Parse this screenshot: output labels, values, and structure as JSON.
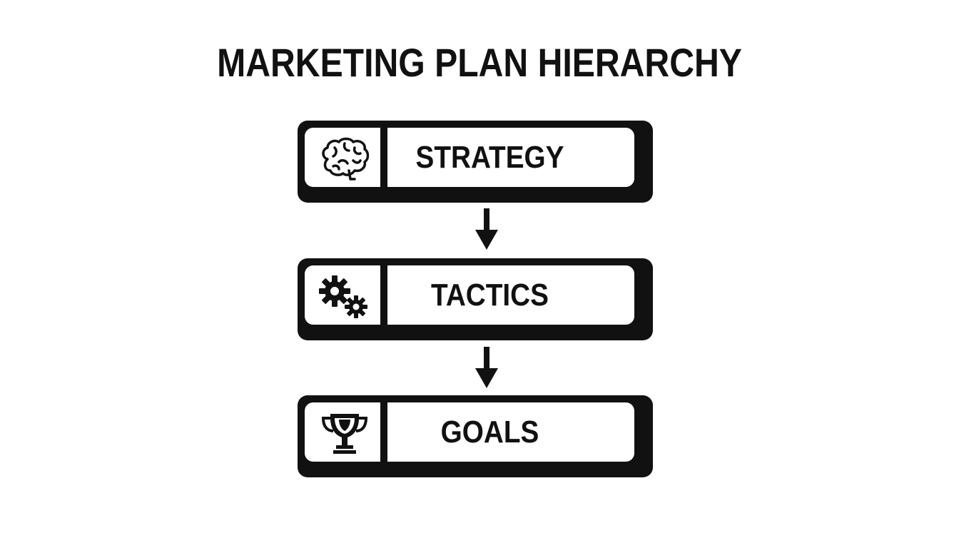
{
  "diagram": {
    "title": "MARKETING PLAN HIERARCHY",
    "levels": [
      {
        "label": "STRATEGY",
        "icon": "brain-icon"
      },
      {
        "label": "TACTICS",
        "icon": "gears-icon"
      },
      {
        "label": "GOALS",
        "icon": "trophy-icon"
      }
    ],
    "connector": "down-arrow-icon",
    "colors": {
      "ink": "#111111",
      "background": "#ffffff"
    }
  }
}
